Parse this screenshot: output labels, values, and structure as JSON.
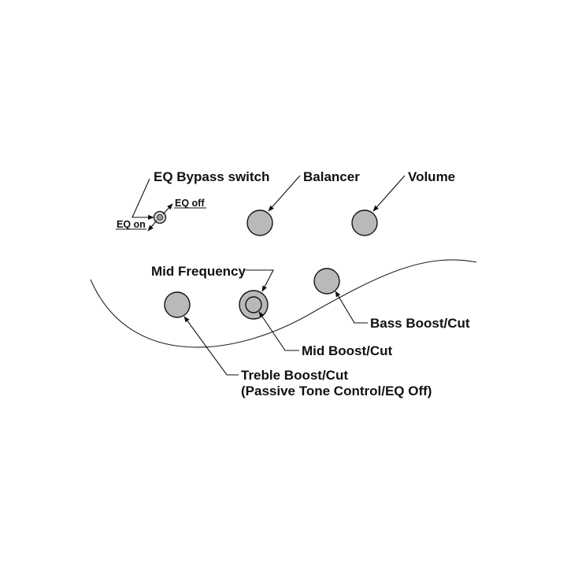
{
  "labels": {
    "eq_bypass_switch": "EQ Bypass switch",
    "eq_off": "EQ off",
    "eq_on": "EQ on",
    "balancer": "Balancer",
    "volume": "Volume",
    "mid_frequency": "Mid Frequency",
    "bass_boost_cut": "Bass Boost/Cut",
    "mid_boost_cut": "Mid Boost/Cut",
    "treble_boost_cut_line1": "Treble Boost/Cut",
    "treble_boost_cut_line2": "(Passive Tone Control/EQ Off)"
  },
  "colors": {
    "knob_fill": "#b9b9b9",
    "line": "#111111",
    "background": "#ffffff"
  }
}
